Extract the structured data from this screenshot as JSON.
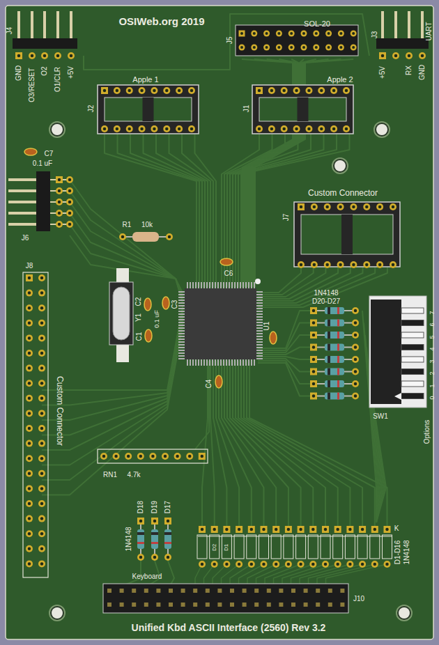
{
  "diagram": {
    "labels": [
      "OSIWeb.org 2019",
      "J4",
      "GND",
      "O3/RESET",
      "O2",
      "O1/CLR",
      "+5V",
      "SOL-20",
      "J5",
      "UART",
      "J3",
      "+5V",
      "RX",
      "GND",
      "Apple 1",
      "J2",
      "Apple 2",
      "J1",
      "C7",
      "0.1 uF",
      "J6",
      "R1",
      "10k",
      "Custom Connector",
      "J7",
      "C6",
      "J8",
      "Custom Connector",
      "C2",
      "Y1",
      "0.1 uF",
      "C3",
      "C1",
      "U1",
      "C4",
      "1N4148",
      "D20-D27",
      "7",
      "6",
      "5",
      "4",
      "3",
      "2",
      "1",
      "0",
      "SW1",
      "Options",
      "RN1",
      "4.7k",
      "1N4148",
      "D18",
      "D19",
      "D17",
      "K",
      "D2",
      "D1",
      "D1-D16",
      "1N4148",
      "Keyboard",
      "J10",
      "Unified Kbd ASCII Interface (2560) Rev 3.2"
    ]
  }
}
